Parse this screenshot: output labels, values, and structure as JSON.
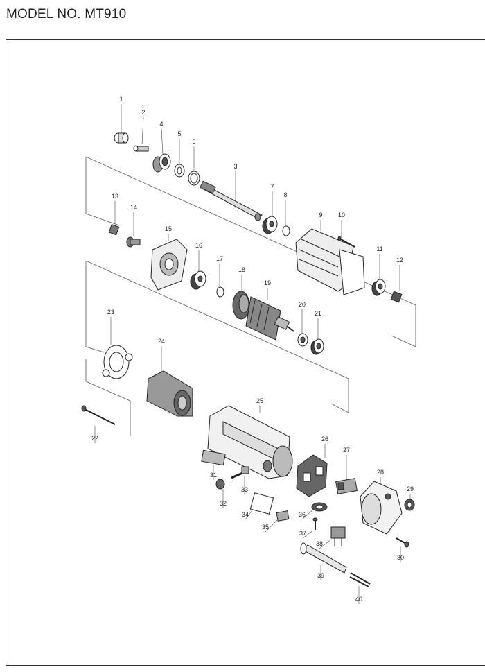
{
  "header": {
    "model": "MODEL NO. MT910"
  },
  "parts": [
    {
      "n": "1"
    },
    {
      "n": "2"
    },
    {
      "n": "3"
    },
    {
      "n": "4"
    },
    {
      "n": "5"
    },
    {
      "n": "6"
    },
    {
      "n": "7"
    },
    {
      "n": "8"
    },
    {
      "n": "9"
    },
    {
      "n": "10"
    },
    {
      "n": "11"
    },
    {
      "n": "12"
    },
    {
      "n": "13"
    },
    {
      "n": "14"
    },
    {
      "n": "15"
    },
    {
      "n": "16"
    },
    {
      "n": "17"
    },
    {
      "n": "18"
    },
    {
      "n": "19"
    },
    {
      "n": "20"
    },
    {
      "n": "21"
    },
    {
      "n": "22"
    },
    {
      "n": "23"
    },
    {
      "n": "24"
    },
    {
      "n": "25"
    },
    {
      "n": "26"
    },
    {
      "n": "27"
    },
    {
      "n": "28"
    },
    {
      "n": "29"
    },
    {
      "n": "30"
    },
    {
      "n": "31"
    },
    {
      "n": "32"
    },
    {
      "n": "33"
    },
    {
      "n": "34"
    },
    {
      "n": "35"
    },
    {
      "n": "36"
    },
    {
      "n": "37"
    },
    {
      "n": "38"
    },
    {
      "n": "39"
    },
    {
      "n": "40"
    }
  ]
}
